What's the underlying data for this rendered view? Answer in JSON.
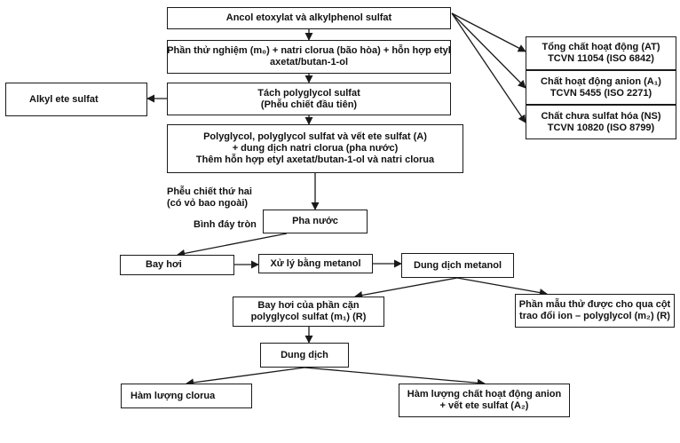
{
  "flowchart": {
    "start": "Ancol etoxylat và alkylphenol sulfat",
    "sample_step": [
      "Phần thử nghiệm (m₀) + natri clorua (bão hòa) + hỗn hợp etyl",
      "axetat/butan-1-ol"
    ],
    "separate_polyglycol": [
      "Tách polyglycol sulfat",
      "(Phễu chiết đầu tiên)"
    ],
    "alkyl_ether_sulfate": "Alkyl ete sulfat",
    "aqueous_mix": [
      "Polyglycol, polyglycol sulfat và vết ete sulfat (A)",
      "+ dung dịch natri clorua (pha nước)",
      "Thêm hỗn hợp etyl axetat/butan-1-ol và natri clorua"
    ],
    "second_funnel_label": [
      "Phễu chiết thứ hai",
      "(có vỏ bao ngoài)"
    ],
    "round_flask_label": "Bình đáy tròn",
    "aqueous_phase": "Pha nước",
    "evaporate": "Bay hơi",
    "methanol_treatment": "Xử lý bằng metanol",
    "methanol_solution": "Dung dịch metanol",
    "residue_evaporation": [
      "Bay hơi của phần cặn",
      "polyglycol sulfat (m₁) (R)"
    ],
    "ion_exchange": [
      "Phần mẫu thử được cho qua cột",
      "trao đổi ion – polyglycol (m₂) (R)"
    ],
    "solution": "Dung dịch",
    "chloride_content": "Hàm lượng clorua",
    "anion_content": [
      "Hàm lượng chất hoạt động anion",
      "+ vết ete sulfat (A₂)"
    ],
    "total_surfactant": [
      "Tổng chất hoạt động (AT)",
      "TCVN 11054 (ISO 6842)"
    ],
    "anionic_surfactant": [
      "Chất hoạt động anion (A₁)",
      "TCVN 5455 (ISO 2271)"
    ],
    "unsulfated_matter": [
      "Chất chưa sulfat hóa (NS)",
      "TCVN 10820 (ISO 8799)"
    ]
  },
  "colors": {
    "line": "#1a1a1a",
    "text": "#111111",
    "background": "#ffffff"
  }
}
